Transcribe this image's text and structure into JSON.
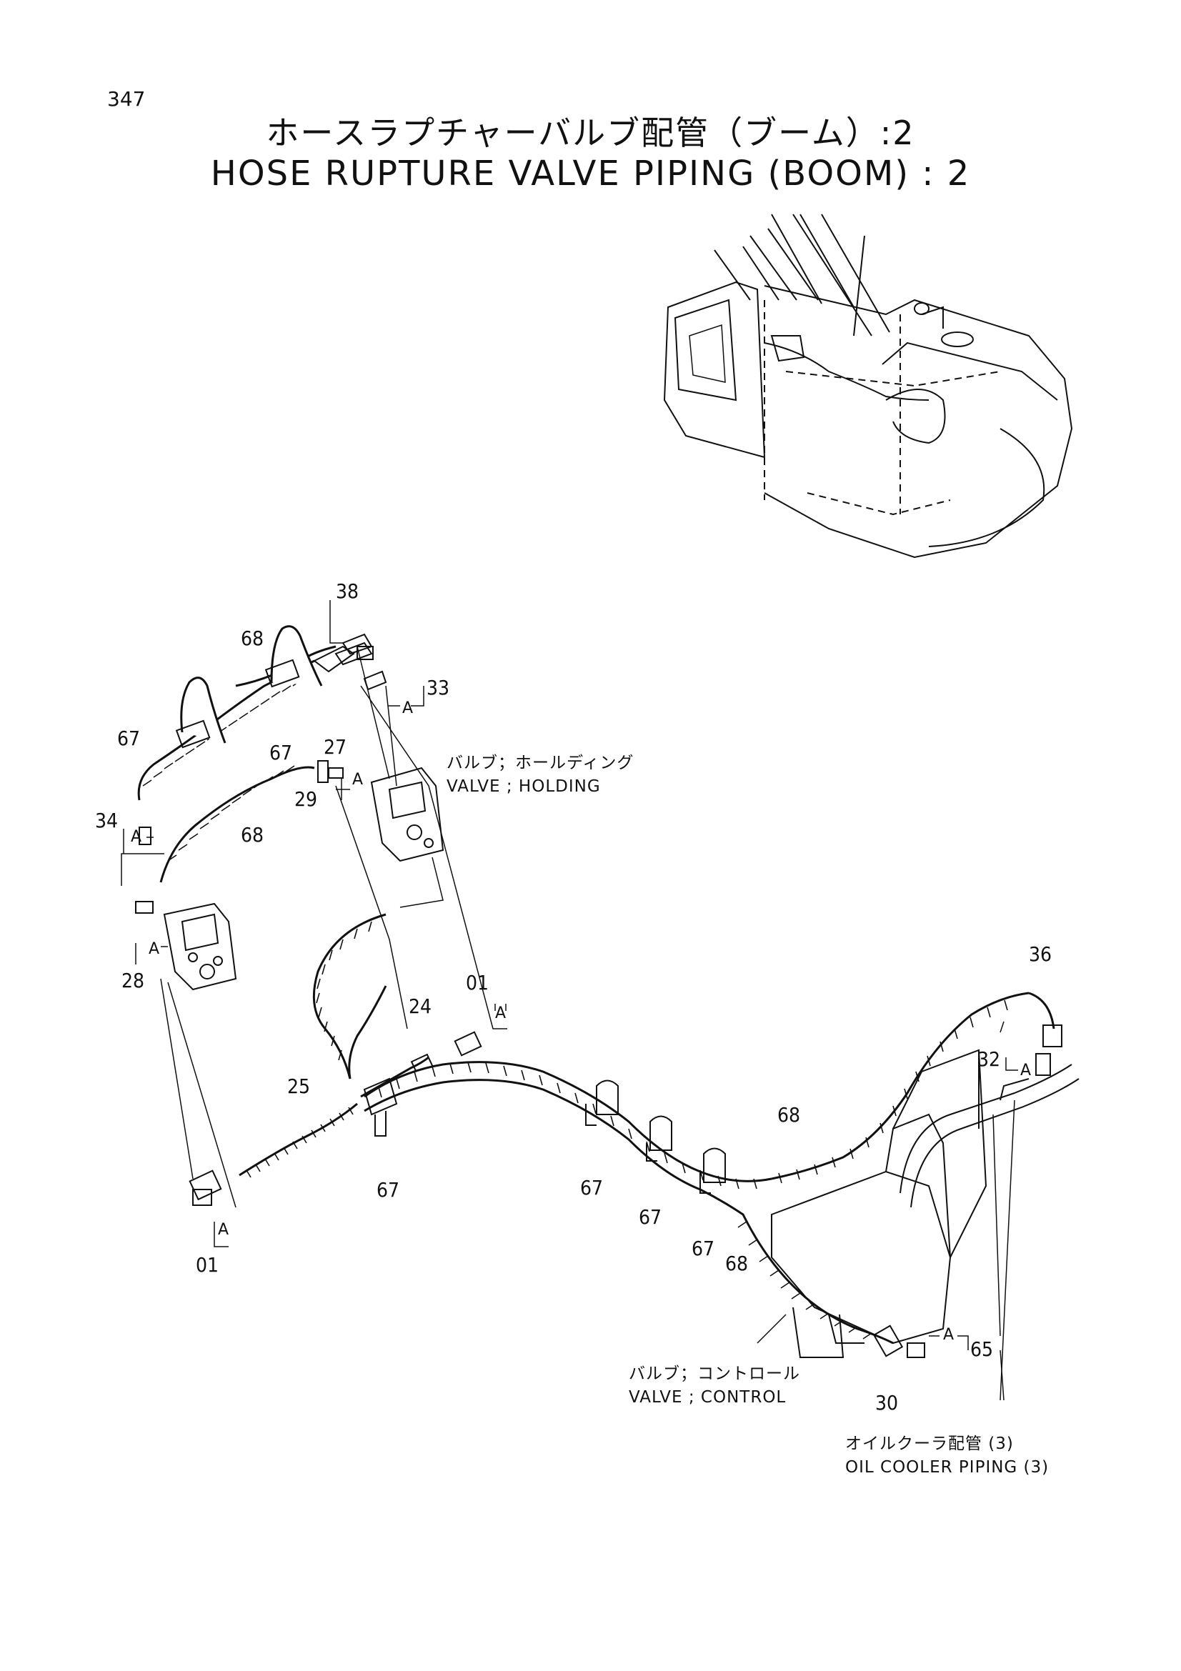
{
  "page_number": "347",
  "title_jp": "ホースラプチャーバルブ配管（ブーム）:2",
  "title_en": "HOSE RUPTURE VALVE PIPING (BOOM) : 2",
  "callouts": {
    "c38": "38",
    "c68a": "68",
    "c33": "33",
    "c67a": "67",
    "c67b": "67",
    "c27": "27",
    "c29": "29",
    "c34": "34",
    "c68b": "68",
    "c28": "28",
    "c36": "36",
    "c01a": "01",
    "c24": "24",
    "c25": "25",
    "c32": "32",
    "c67c": "67",
    "c68c": "68",
    "c67d": "67",
    "c67e": "67",
    "c67f": "67",
    "c68d": "68",
    "c01b": "01",
    "c65": "65",
    "c30": "30"
  },
  "letter_a": "A",
  "valve_holding": {
    "jp": "バルブ；ホールディング",
    "en": "VALVE ; HOLDING"
  },
  "valve_control": {
    "jp": "バルブ；コントロール",
    "en": "VALVE ; CONTROL"
  },
  "oil_cooler": {
    "jp": "オイルクーラ配管 (3)",
    "en": "OIL COOLER PIPING (3)"
  }
}
